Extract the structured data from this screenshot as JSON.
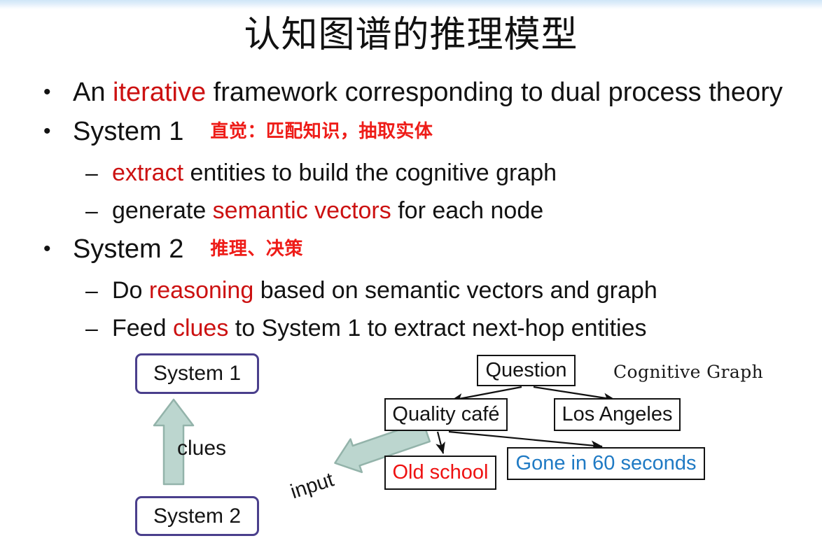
{
  "slide": {
    "title": "认知图谱的推理模型",
    "background_color": "#ffffff",
    "accent_red": "#cc1111",
    "annotation_red": "#ee1c18",
    "box_purple": "#4a3f8c",
    "arrow_green": "#bcd6cf",
    "link_blue": "#1f7ac4"
  },
  "bullets": {
    "item1": {
      "marker": "•",
      "pre": "An ",
      "highlight": "iterative",
      "post": " framework corresponding to dual process theory"
    },
    "item2": {
      "marker": "•",
      "text": "System 1",
      "note": "直觉：匹配知识，抽取实体"
    },
    "item2_sub1": {
      "marker": "–",
      "highlight": "extract",
      "post": " entities to build the cognitive graph"
    },
    "item2_sub2": {
      "marker": "–",
      "pre": "generate ",
      "highlight": "semantic vectors",
      "post": " for each node"
    },
    "item3": {
      "marker": "•",
      "text": "System 2",
      "note": "推理、决策"
    },
    "item3_sub1": {
      "marker": "–",
      "pre": "Do ",
      "highlight": "reasoning",
      "post": " based on semantic vectors and graph"
    },
    "item3_sub2": {
      "marker": "–",
      "pre": "Feed ",
      "highlight": "clues",
      "post": " to System 1 to extract next-hop entities"
    }
  },
  "diagram": {
    "system1_box": "System 1",
    "system2_box": "System 2",
    "clues_label": "clues",
    "input_label": "input",
    "cognitive_graph_label": "Cognitive Graph",
    "nodes": {
      "question": "Question",
      "quality_cafe": "Quality café",
      "los_angeles": "Los Angeles",
      "old_school": "Old school",
      "gone_in_60_seconds": "Gone in 60 seconds"
    },
    "edges": [
      {
        "from": "Question",
        "to": "Quality café"
      },
      {
        "from": "Question",
        "to": "Los Angeles"
      },
      {
        "from": "Quality café",
        "to": "Old school"
      },
      {
        "from": "Quality café",
        "to": "Gone in 60 seconds"
      }
    ]
  }
}
